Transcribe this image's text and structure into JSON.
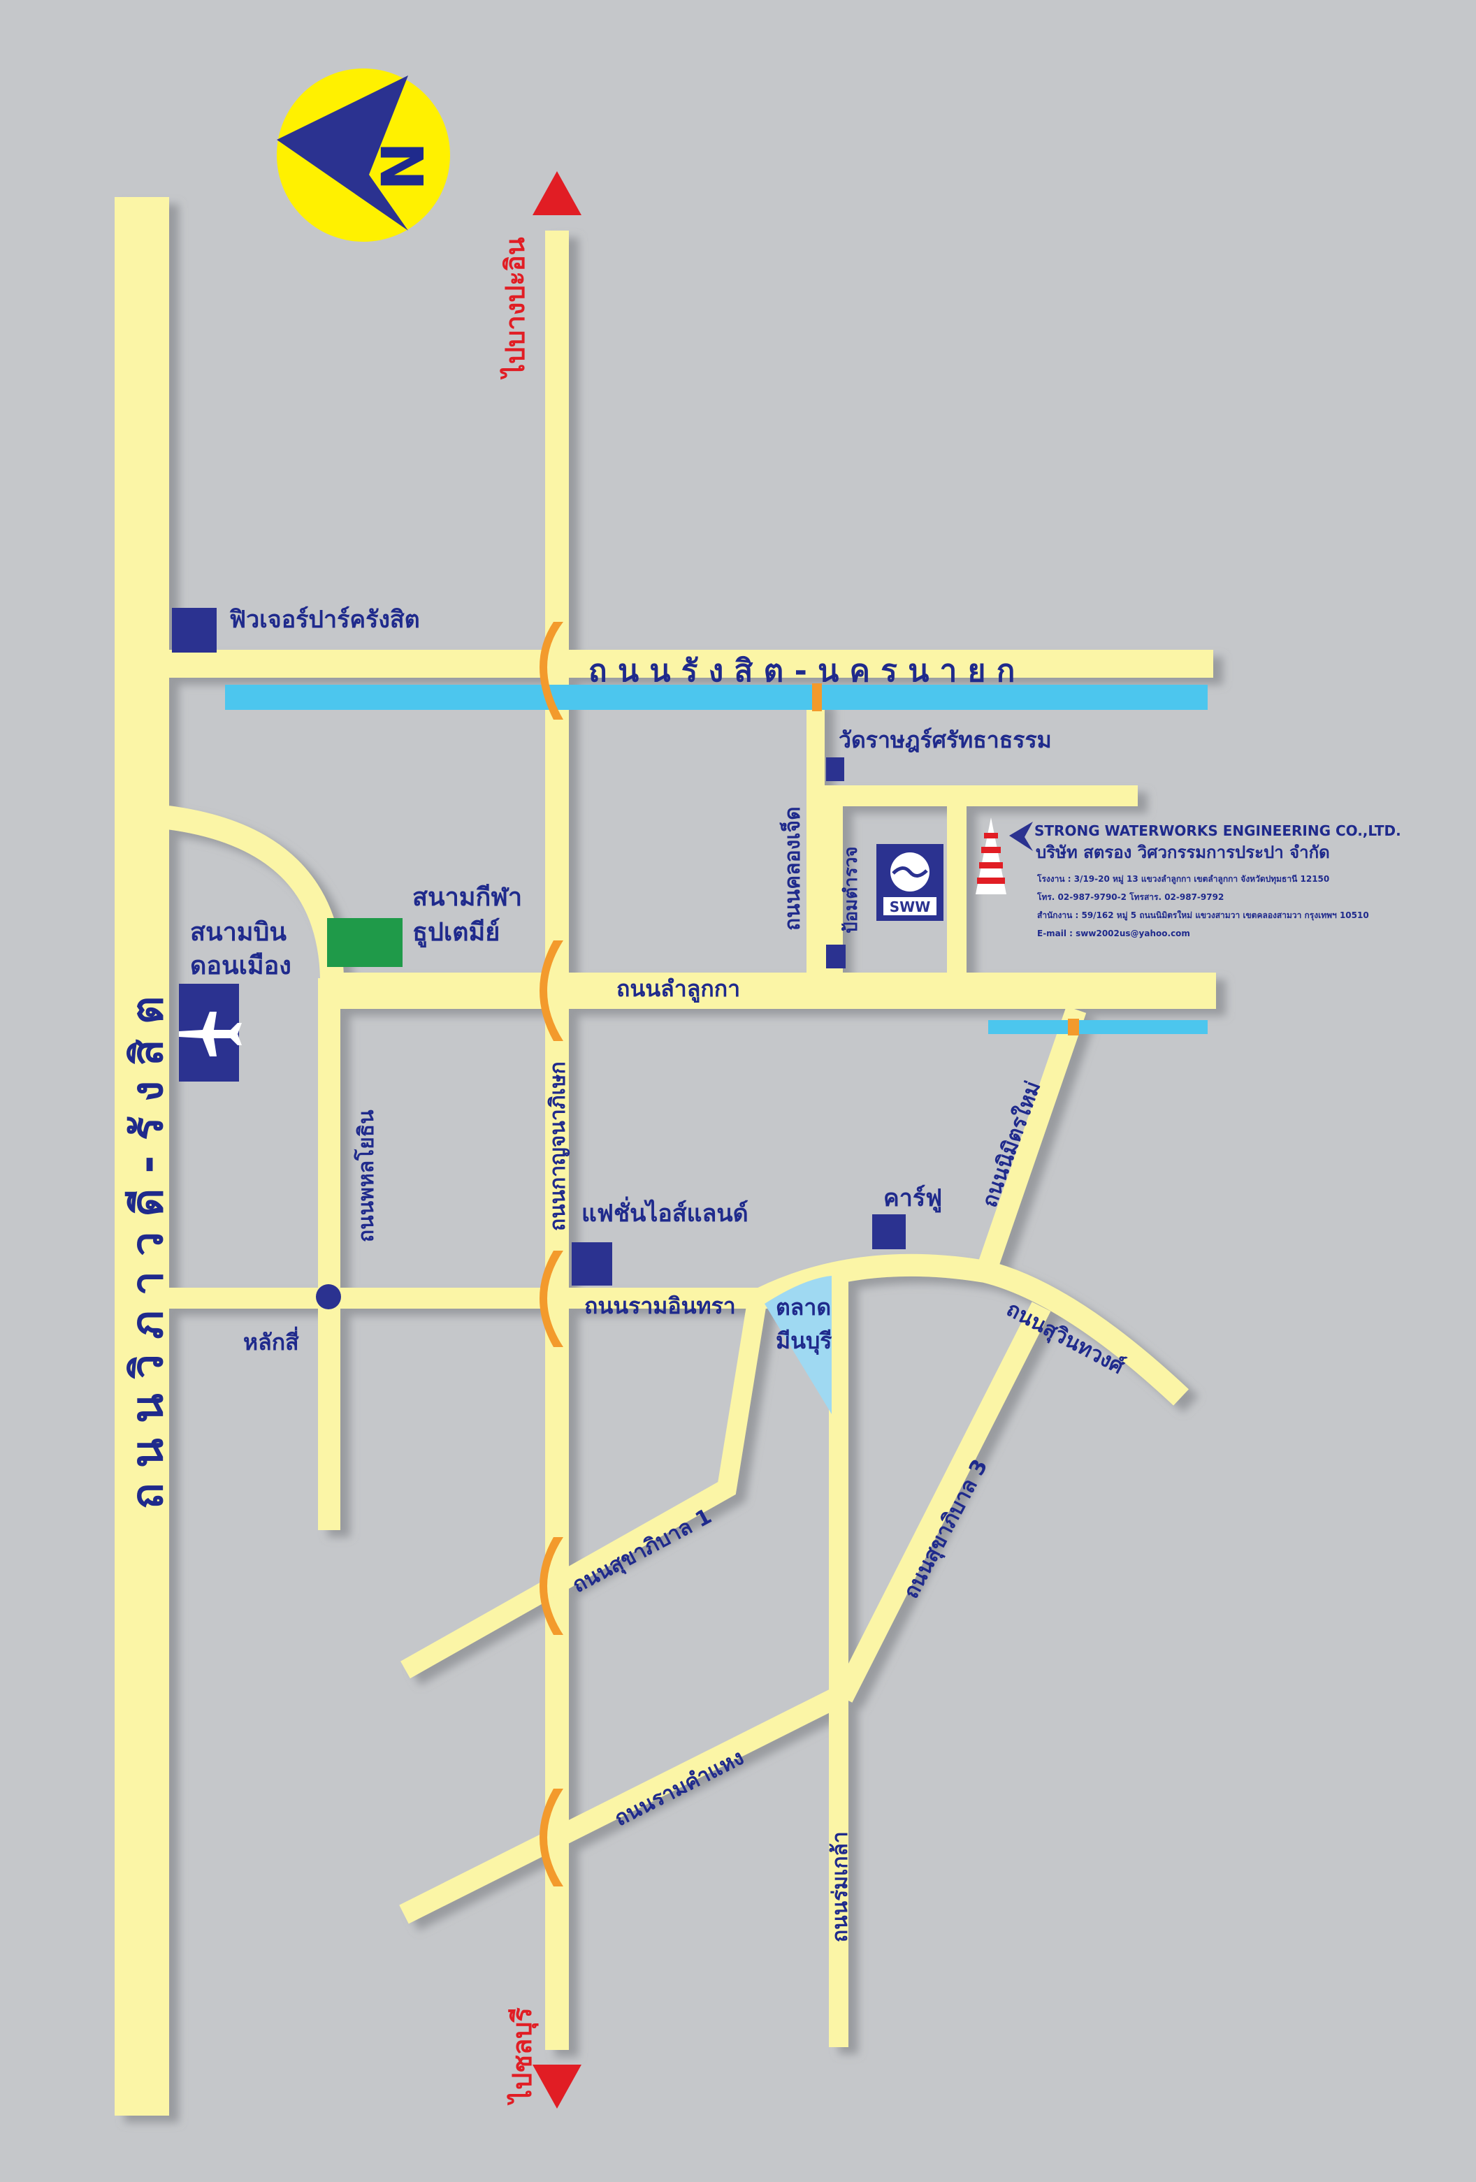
{
  "map": {
    "compass": {
      "letter": "N"
    },
    "roads": {
      "vibhavadi": "ถ น น วิ ภ า ว ดี - รั ง สิ ต",
      "rangsit_nakhonnayok": "ถ น น รั ง สิ ต - น ค ร น า ย ก",
      "lam_luk_ka": "ถนนลำลูกกา",
      "khlong_chet": "ถนนคลองเจ็ด",
      "phahonyothin": "ถนนพหลโยธิน",
      "kanchanaphisek": "ถนนกาญจนาภิเษก",
      "ram_inthra": "ถนนรามอินทรา",
      "nimit_mai": "ถนนนิมิตรใหม่",
      "suwinthawong": "ถนนสุวินทวงศ์",
      "sukhaphiban_1": "ถนนสุขาภิบาล 1",
      "sukhaphiban_3": "ถนนสุขาภิบาล 3",
      "ramkhamhaeng": "ถนนรามคำแหง",
      "rom_klao": "ถนนร่มเกล้า"
    },
    "directions": {
      "north": "ไปบางปะอิน",
      "south": "ไปชลบุรี"
    },
    "landmarks": {
      "future_park": "ฟิวเจอร์ปาร์ครังสิต",
      "wat": "วัดราษฎร์ศรัทธาธรรม",
      "stadium_line1": "สนามกีฬา",
      "stadium_line2": "ธูปเตมีย์",
      "airport_line1": "สนามบิน",
      "airport_line2": "ดอนเมือง",
      "police_box": "ป้อมตำรวจ",
      "fashion_island": "แฟชั่นไอส์แลนด์",
      "carrefour": "คาร์ฟู",
      "lak_si": "หลักสี่",
      "market_line1": "ตลาด",
      "market_line2": "มีนบุรี"
    },
    "company": {
      "logo_text": "SWW",
      "name_en": "STRONG WATERWORKS ENGINEERING CO.,LTD.",
      "name_th": "บริษัท สตรอง วิศวกรรมการประปา จำกัด",
      "factory": "โรงงาน : 3/19-20 หมู่ 13 แขวงลำลูกกา เขตลำลูกกา จังหวัดปทุมธานี 12150",
      "phone": "โทร. 02-987-9790-2 โทรสาร. 02-987-9792",
      "office": "สำนักงาน : 59/162 หมู่ 5 ถนนนิมิตรใหม่ แขวงสามวา เขตคลองสามวา กรุงเทพฯ 10510",
      "email": "E-mail : sww2002us@yahoo.com"
    },
    "colors": {
      "background": "#c5c7ca",
      "road": "#fbf5a6",
      "canal": "#4cc6ee",
      "bridge": "#f39a2c",
      "label": "#1f2a8c",
      "direction": "#e11d24",
      "compass": "#fff100",
      "market": "#9fd9f2",
      "stadium": "#1f9a49"
    }
  }
}
